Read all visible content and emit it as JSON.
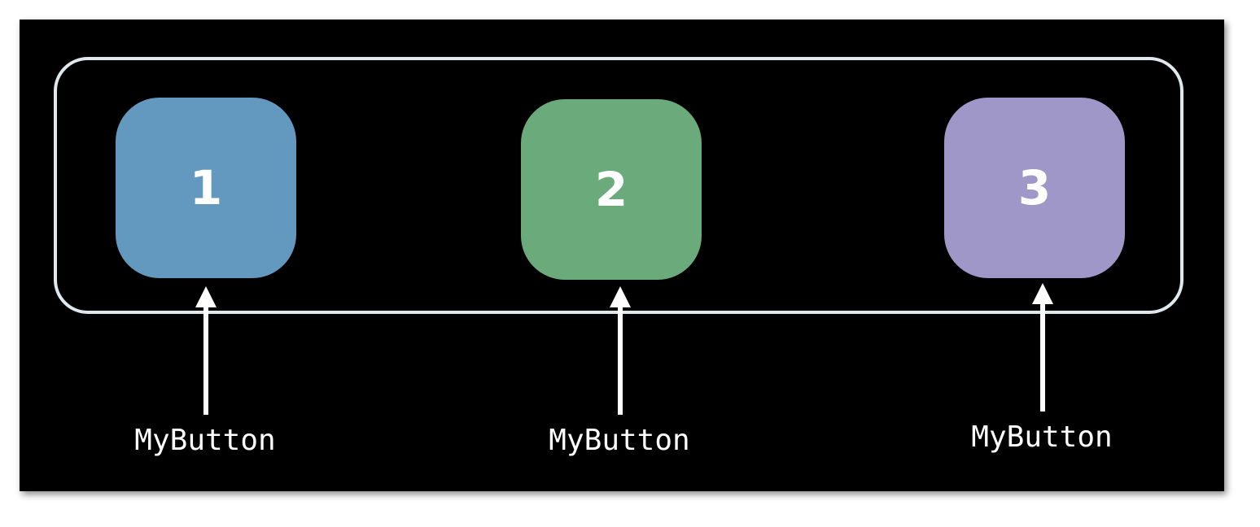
{
  "buttons": [
    {
      "number": "1",
      "color": "#6399be",
      "label": "MyButton"
    },
    {
      "number": "2",
      "color": "#6aaa7b",
      "label": "MyButton"
    },
    {
      "number": "3",
      "color": "#9e97c8",
      "label": "MyButton"
    }
  ],
  "colors": {
    "background": "#000000",
    "container_border": "#dfe8ec",
    "arrow": "#ffffff"
  }
}
